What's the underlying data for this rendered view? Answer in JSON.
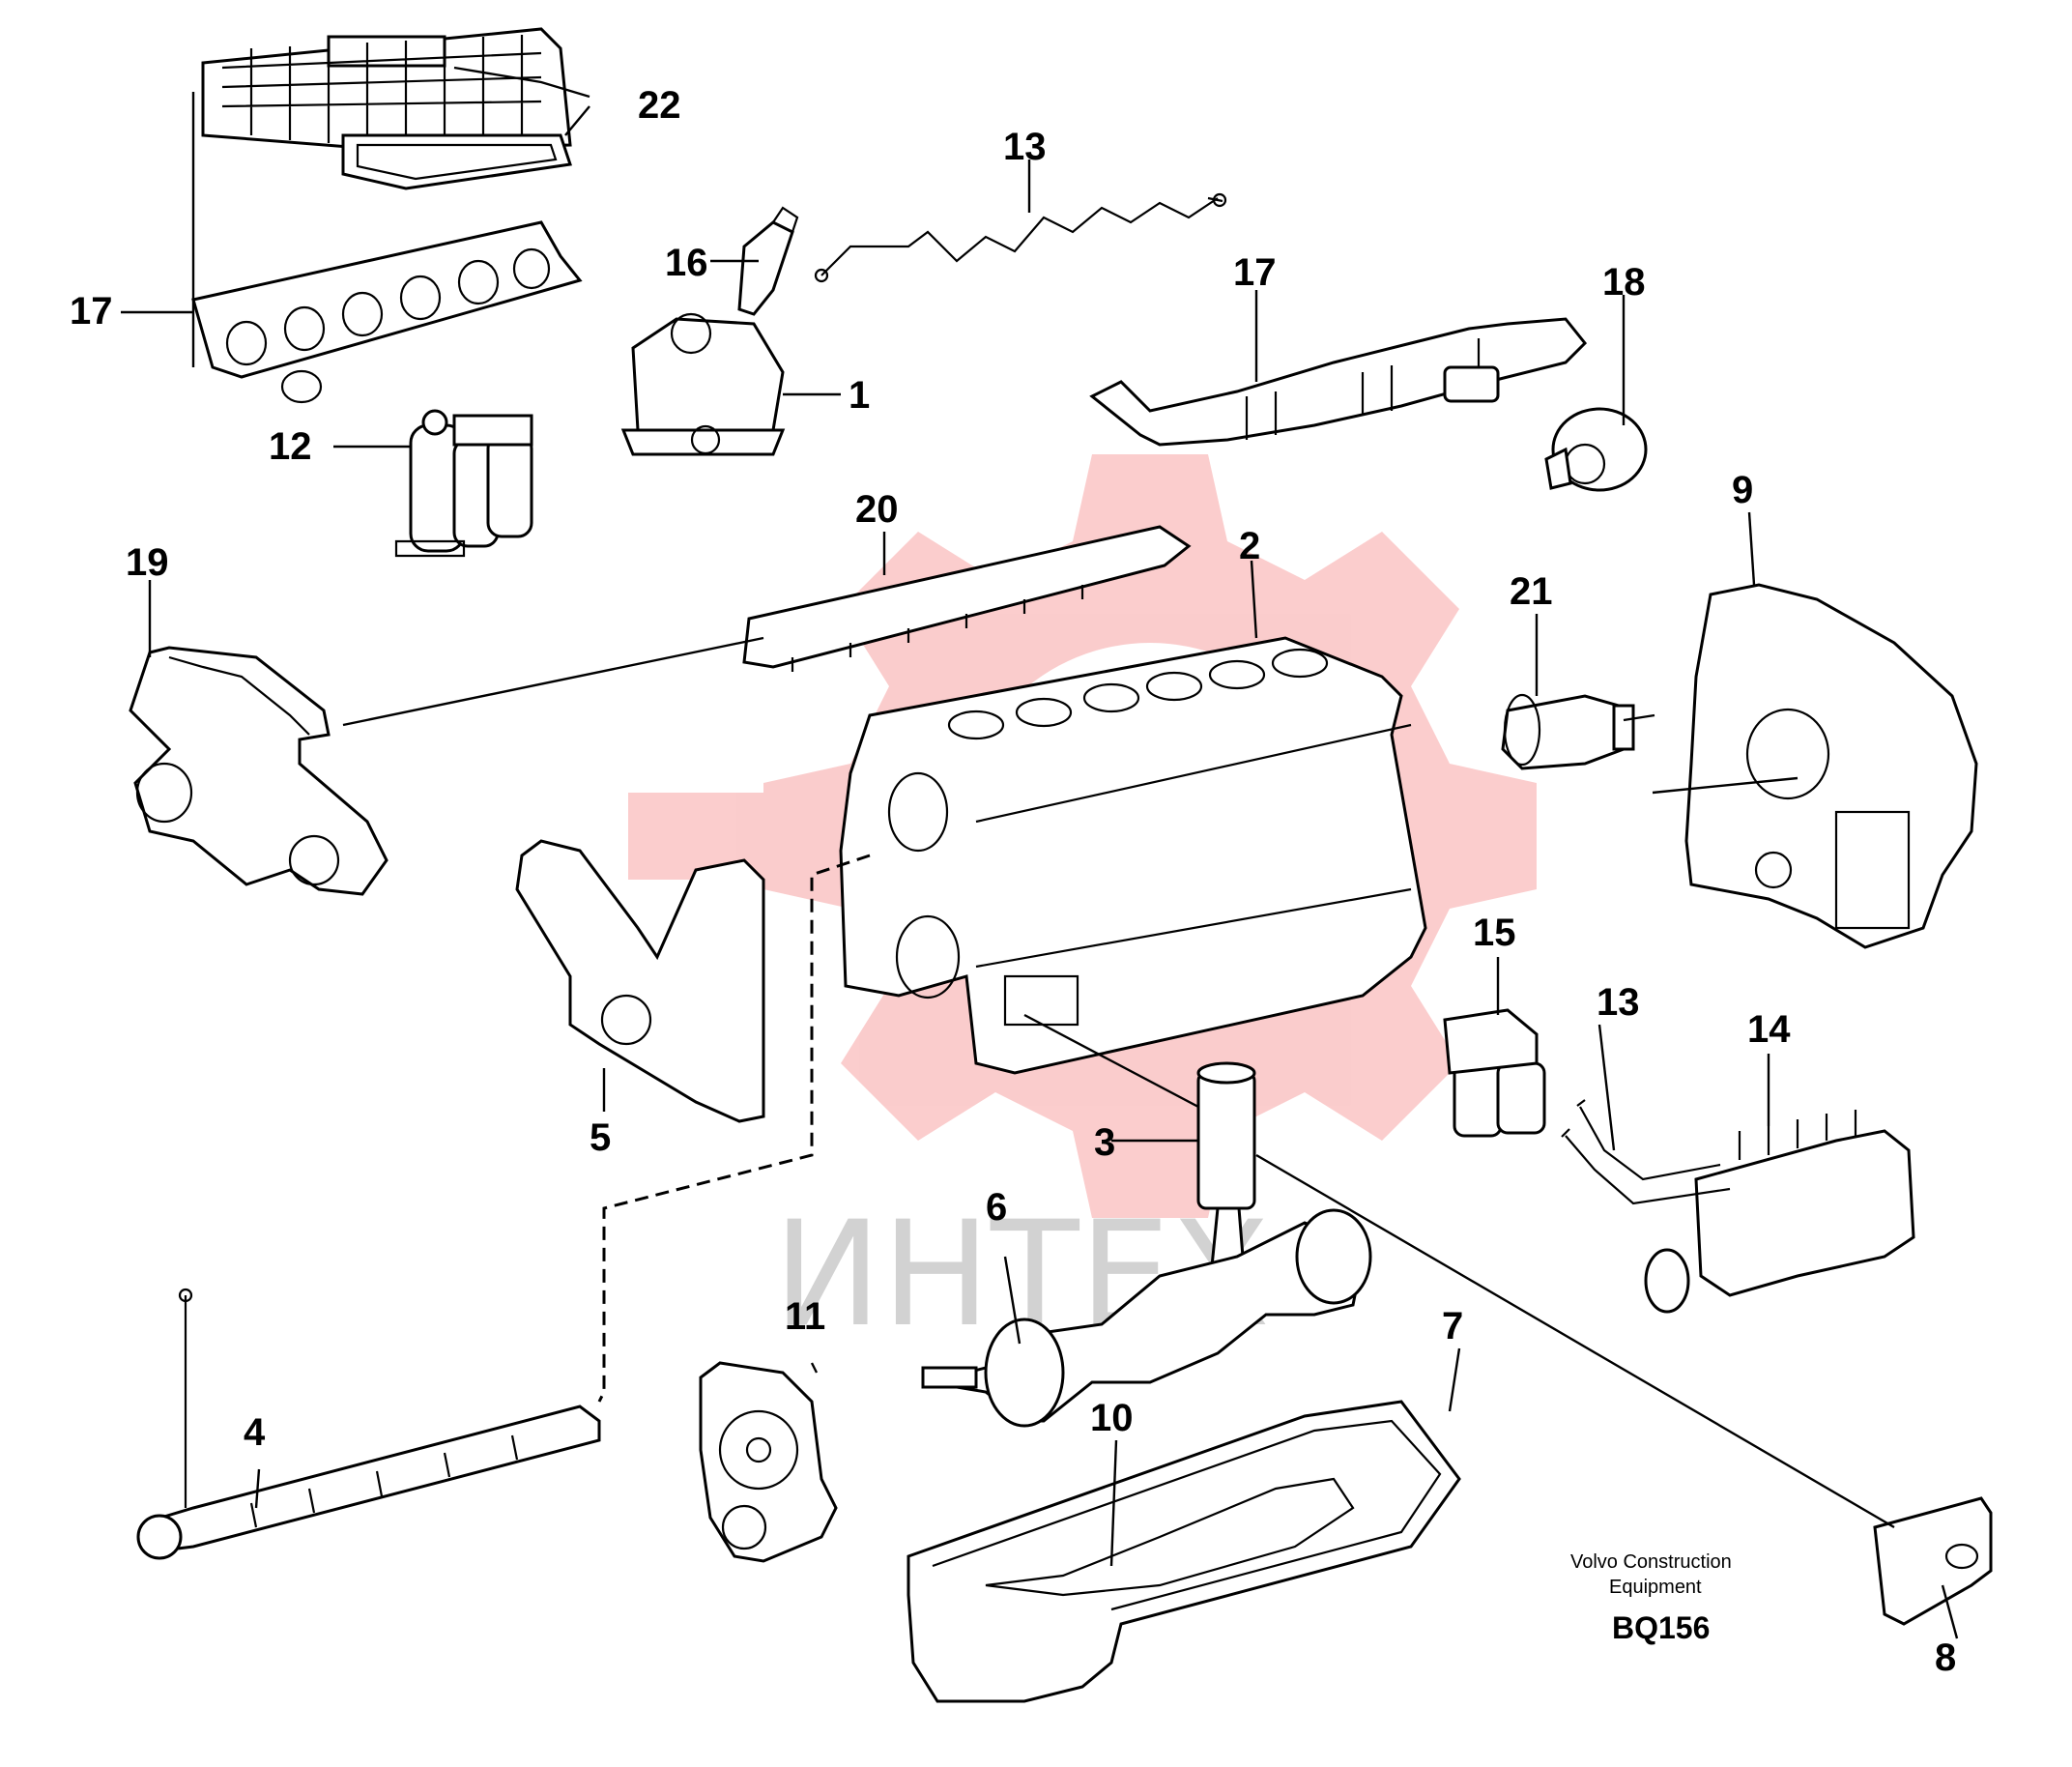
{
  "diagram": {
    "callouts": {
      "c1": "1",
      "c2": "2",
      "c3": "3",
      "c4": "4",
      "c5": "5",
      "c6": "6",
      "c7": "7",
      "c8": "8",
      "c9": "9",
      "c10": "10",
      "c11": "11",
      "c12": "12",
      "c13a": "13",
      "c13b": "13",
      "c14": "14",
      "c15": "15",
      "c16": "16",
      "c17a": "17",
      "c17b": "17",
      "c18": "18",
      "c19": "19",
      "c20": "20",
      "c21": "21",
      "c22": "22"
    },
    "credit": {
      "line1": "Volvo Construction",
      "line2": "Equipment",
      "code": "BQ156"
    },
    "watermark": {
      "text": "ИНТЕХ",
      "color": "#f04a4a"
    },
    "colors": {
      "line": "#000000",
      "background": "#ffffff"
    }
  }
}
